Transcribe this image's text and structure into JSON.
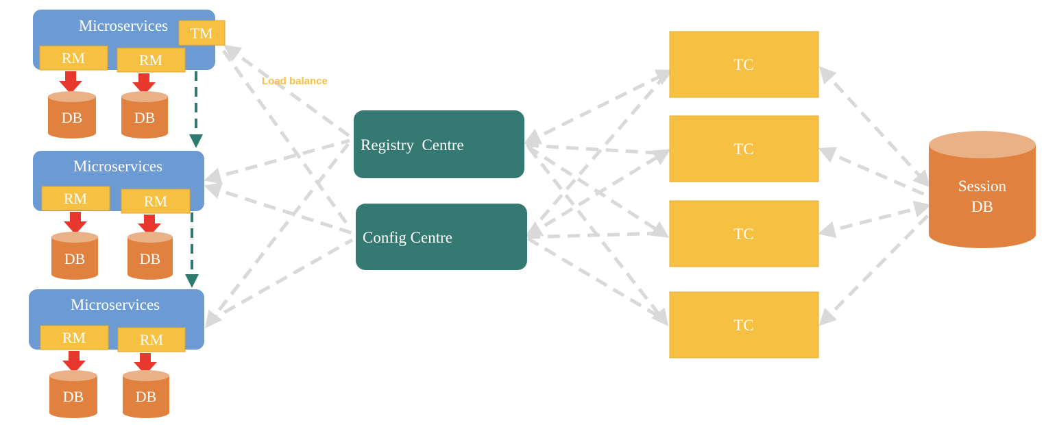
{
  "colors": {
    "service_box": "#6b9bd2",
    "manager_box": "#f6c142",
    "db_body": "#e0813f",
    "db_top": "#ebb186",
    "center_box": "#347a72",
    "tc_box": "#f6c142",
    "link": "#d9d9d9",
    "flow_dash": "#2f7a6e",
    "db_arrow": "#e8382d",
    "label_text": "#ffffff",
    "load_balance_text": "#f6c142"
  },
  "services": [
    {
      "title": "Microservices",
      "rm": [
        "RM",
        "RM"
      ],
      "db": [
        "DB",
        "DB"
      ]
    },
    {
      "title": "Microservices",
      "rm": [
        "RM",
        "RM"
      ],
      "db": [
        "DB",
        "DB"
      ]
    },
    {
      "title": "Microservices",
      "rm": [
        "RM",
        "RM"
      ],
      "db": [
        "DB",
        "DB"
      ]
    }
  ],
  "tm_label": "TM",
  "load_balance_label": "Load balance",
  "registry_label": "Registry  Centre",
  "config_label": "Config Centre",
  "tc_labels": [
    "TC",
    "TC",
    "TC",
    "TC"
  ],
  "session_db": {
    "line1": "Session",
    "line2": "DB"
  }
}
